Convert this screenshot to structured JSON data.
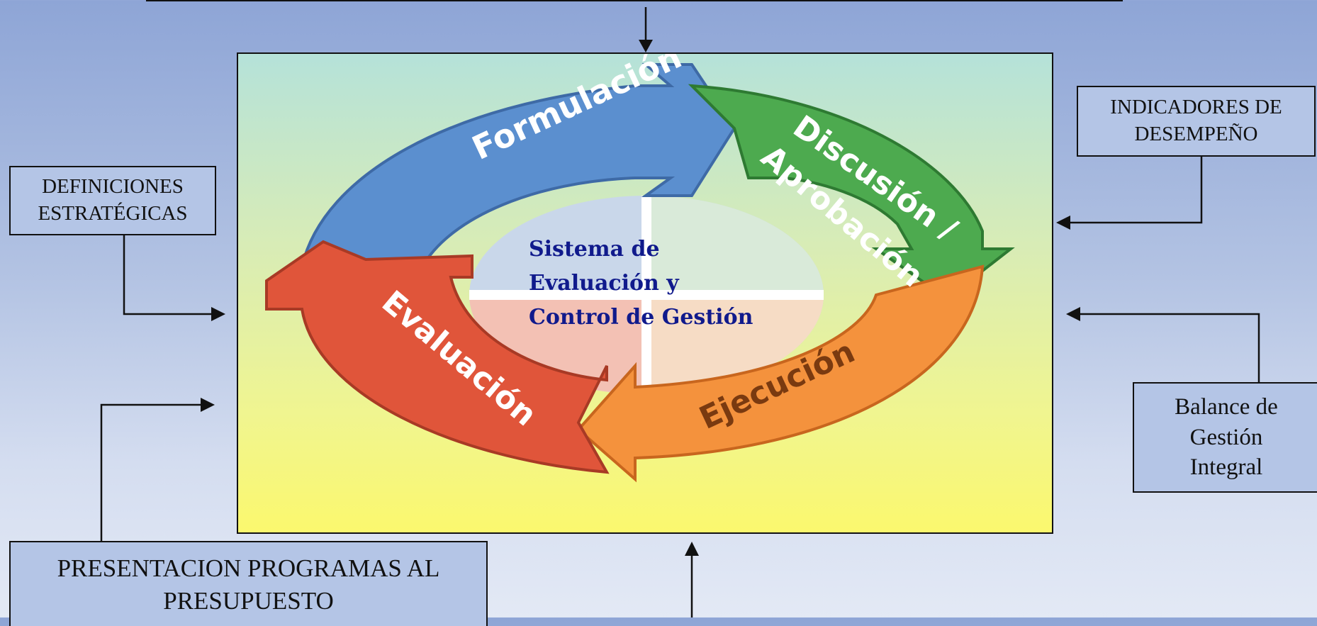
{
  "diagram": {
    "center_label": [
      "Sistema de",
      "Evaluación y",
      "Control de Gestión"
    ],
    "cycle_stages": [
      {
        "label": "Formulación",
        "color": "#5b8fcf"
      },
      {
        "label": "Discusión /",
        "color": "#4daa4f"
      },
      {
        "label": "Aprobación",
        "color": "#4daa4f"
      },
      {
        "label": "Ejecución",
        "color": "#f4923d"
      },
      {
        "label": "Evaluación",
        "color": "#e0553a"
      }
    ],
    "input_boxes": {
      "definiciones": "DEFINICIONES\nESTRATÉGICAS",
      "indicadores": "INDICADORES DE\nDESEMPEÑO",
      "balance": "Balance de\nGestión\nIntegral",
      "presentacion": "PRESENTACION PROGRAMAS AL\nPRESUPUESTO"
    },
    "colors": {
      "background": "#a9bbe0",
      "box_fill": "#b4c5e6",
      "center_text": "#101a8c"
    }
  }
}
